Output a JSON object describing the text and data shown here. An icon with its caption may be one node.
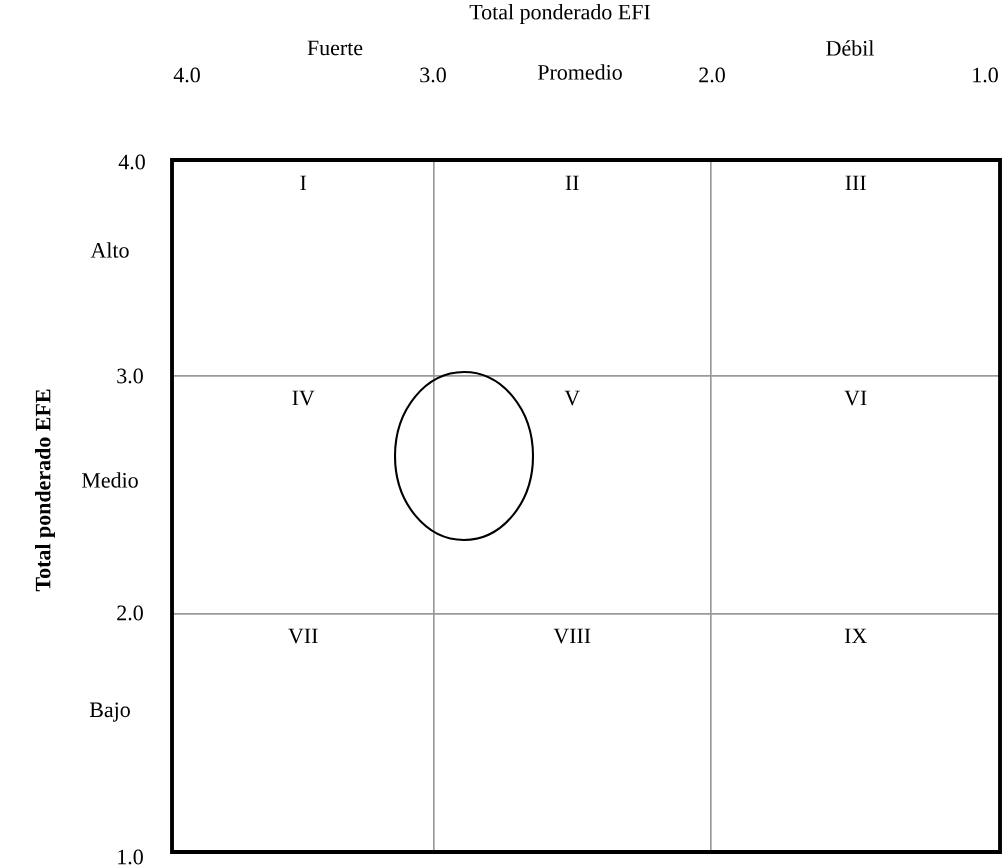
{
  "diagram": {
    "title": "Total ponderado EFI",
    "nodes": [
      {
        "text": [
          "I"
        ]
      },
      {
        "text": [
          "II"
        ]
      },
      {
        "text": [
          "III"
        ]
      },
      {
        "text": [
          "IV"
        ]
      },
      {
        "text": [
          "V"
        ]
      },
      {
        "text": [
          "VI"
        ]
      },
      {
        "text": [
          "VII"
        ]
      },
      {
        "text": [
          "VIII"
        ]
      },
      {
        "text": [
          "IX"
        ]
      },
      {
        "text": [],
        "shape": "circle"
      }
    ],
    "labels": [
      "Fuerte",
      "Promedio",
      "Débil",
      "4.0",
      "3.0",
      "2.0",
      "1.0",
      "4.0",
      "Alto",
      "Total ponderado EFE",
      "3.0",
      "Medio",
      "2.0",
      "Bajo",
      "1.0"
    ]
  }
}
